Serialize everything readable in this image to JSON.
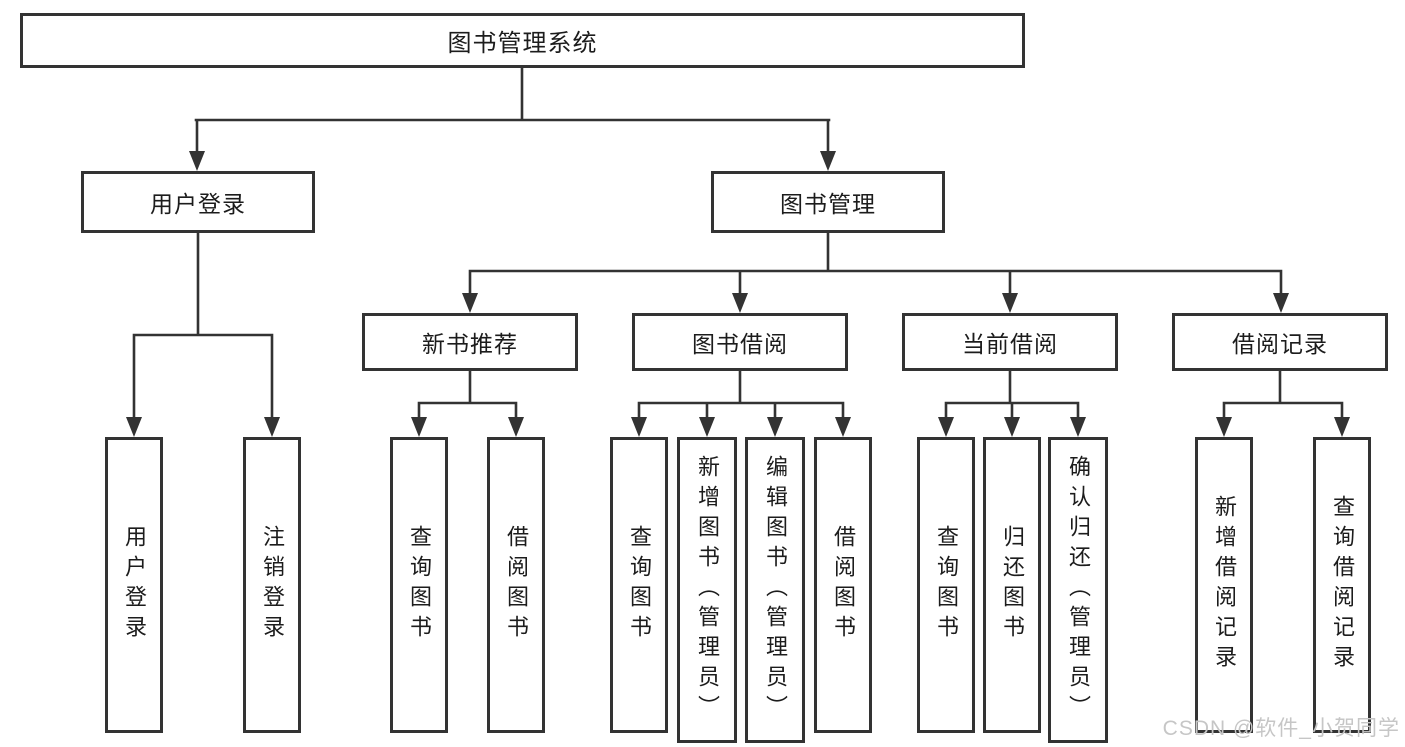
{
  "colors": {
    "line": "#333333",
    "box_border": "#333333",
    "text": "#1c1c1c",
    "watermark": "#c6c6c6",
    "background": "#ffffff"
  },
  "tree": {
    "root": "图书管理系统",
    "branches": [
      {
        "label": "用户登录",
        "children": [
          "用户登录",
          "注销登录"
        ]
      },
      {
        "label": "图书管理",
        "sections": [
          {
            "label": "新书推荐",
            "children": [
              "查询图书",
              "借阅图书"
            ]
          },
          {
            "label": "图书借阅",
            "children": [
              "查询图书",
              "新增图书（管理员）",
              "编辑图书（管理员）",
              "借阅图书"
            ]
          },
          {
            "label": "当前借阅",
            "children": [
              "查询图书",
              "归还图书",
              "确认归还（管理员）"
            ]
          },
          {
            "label": "借阅记录",
            "children": [
              "新增借阅记录",
              "查询借阅记录"
            ]
          }
        ]
      }
    ]
  },
  "watermark": "CSDN @软件_小贺同学"
}
